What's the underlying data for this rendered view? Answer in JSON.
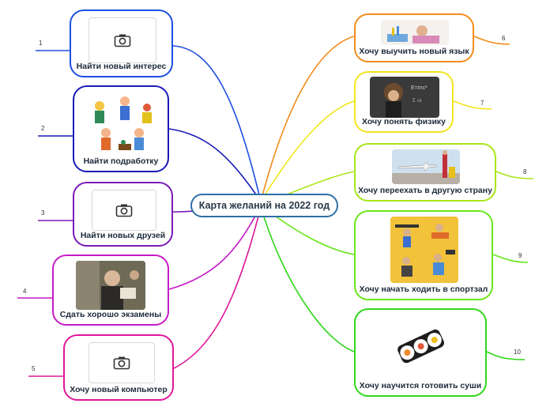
{
  "center": {
    "title": "Карта желаний на 2022 год"
  },
  "left_branches": [
    {
      "number": "1",
      "label": "Найти новый интерес",
      "color": "#1e4fe0",
      "image": "camera-placeholder"
    },
    {
      "number": "2",
      "label": "Найти подработку",
      "color": "#1a1ab8",
      "image": "kids-gardening-illustration"
    },
    {
      "number": "3",
      "label": "Найти новых друзей",
      "color": "#7a1ab8",
      "image": "camera-placeholder"
    },
    {
      "number": "4",
      "label": "Сдать хорошо экзамены",
      "color": "#c61ac6",
      "image": "student-photo"
    },
    {
      "number": "5",
      "label": "Хочу новый компьютер",
      "color": "#e0189a",
      "image": "camera-placeholder"
    }
  ],
  "right_branches": [
    {
      "number": "6",
      "label": "Хочу выучить новый язык",
      "color": "#f28c1a",
      "image": "girl-studying-photo"
    },
    {
      "number": "7",
      "label": "Хочу понять физику",
      "color": "#f2e61a",
      "image": "kid-blackboard-photo"
    },
    {
      "number": "8",
      "label": "Хочу переехать в другую страну",
      "color": "#a8e61a",
      "image": "airport-travel-photo"
    },
    {
      "number": "9",
      "label": "Хочу начать ходить в спортзал",
      "color": "#6ae61a",
      "image": "gym-exercises-illustration"
    },
    {
      "number": "10",
      "label": "Хочу научится готовить суши",
      "color": "#2ed61a",
      "image": "sushi-rolls-illustration"
    }
  ]
}
